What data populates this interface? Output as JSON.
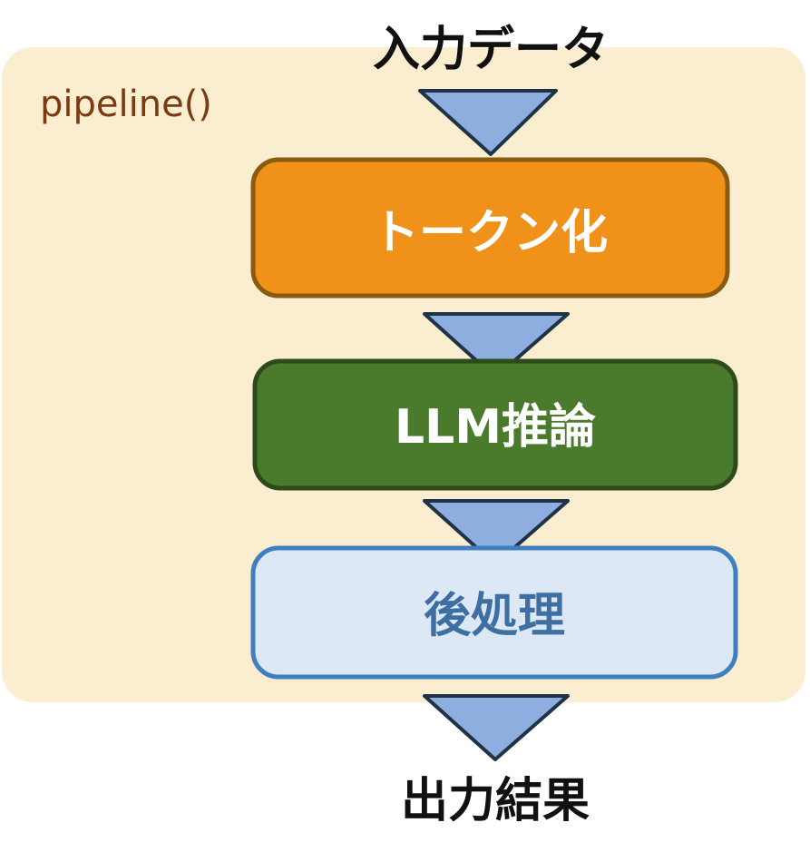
{
  "diagram": {
    "container_label": "pipeline()",
    "input_label": "入力データ",
    "output_label": "出力結果",
    "stages": [
      {
        "label": "トークン化",
        "fill": "#f0911a",
        "stroke": "#8a5a10",
        "text_color": "#ffffff"
      },
      {
        "label": "LLM推論",
        "fill": "#4a7a2c",
        "stroke": "#2d4a1a",
        "text_color": "#ffffff"
      },
      {
        "label": "後処理",
        "fill": "#dde8f6",
        "stroke": "#3f7fbf",
        "text_color": "#3d6fa3"
      }
    ],
    "colors": {
      "container_fill": "#fbedcf",
      "arrow_fill": "#8eaee0",
      "arrow_stroke": "#1f3347"
    }
  }
}
